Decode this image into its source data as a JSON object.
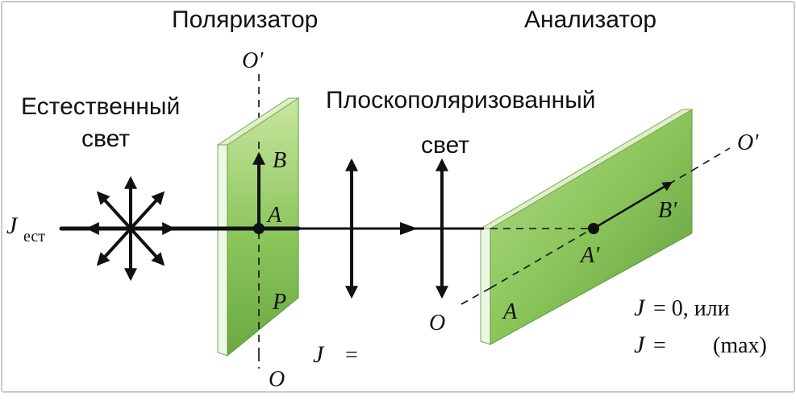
{
  "labels": {
    "polarizer": "Поляризатор",
    "analyzer": "Анализатор",
    "natural_light_line1": "Естественный",
    "natural_light_line2": "свет",
    "plane_polarized_line1": "Плоскополяризованный",
    "plane_polarized_line2": "свет"
  },
  "axis_labels": {
    "o_prime_top": "O'",
    "o_bottom": "O",
    "o_prime_right": "O'",
    "o_left": "O"
  },
  "point_labels": {
    "b": "B",
    "a": "A",
    "p": "P",
    "a_prime": "A'",
    "b_prime": "B'",
    "a_analyzer": "A"
  },
  "intensity": {
    "j_natural": "J",
    "j_natural_sub": "ест",
    "j_middle": "J",
    "j_middle_eq": "=",
    "result_line1_j": "J",
    "result_line1_rest": "= 0,  или",
    "result_line2_j": "J",
    "result_line2_eq": "=",
    "result_line2_max": "(max)"
  },
  "colors": {
    "plate_light": "#c8e6a0",
    "plate_mid": "#8ac55a",
    "plate_dark": "#5e9a3a",
    "plate_edge": "#eef6e4",
    "ink": "#111111"
  }
}
